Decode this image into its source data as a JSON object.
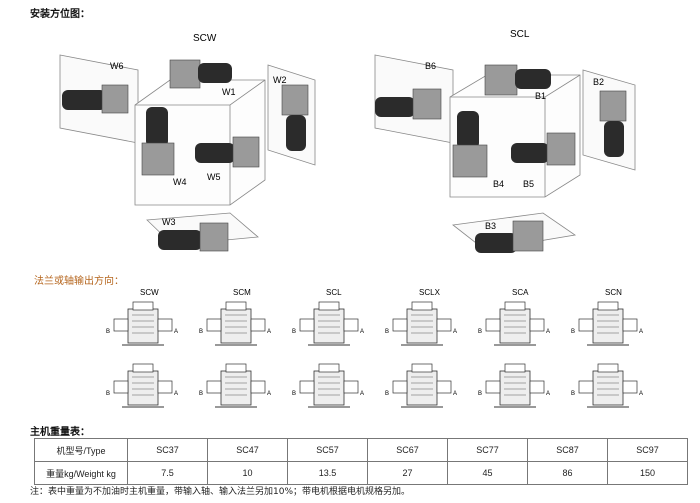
{
  "sections": {
    "mounting": "安装方位图：",
    "flange": "法兰或轴输出方向：",
    "weight": "主机重量表："
  },
  "mounting": {
    "scw_title": "SCW",
    "scl_title": "SCL",
    "scw_positions": [
      "W6",
      "W1",
      "W2",
      "W4",
      "W5",
      "W3"
    ],
    "scl_positions": [
      "B6",
      "B1",
      "B2",
      "B4",
      "B5",
      "B3"
    ]
  },
  "output": {
    "types": [
      "SCW",
      "SCM",
      "SCL",
      "SCLX",
      "SCA",
      "SCN"
    ],
    "side_a": "A",
    "side_b": "B"
  },
  "weight_table": {
    "model_header": "机型号/Type",
    "weight_header": "重量kg/Weight kg",
    "models": [
      "SC37",
      "SC47",
      "SC57",
      "SC67",
      "SC77",
      "SC87",
      "SC97"
    ],
    "weights": [
      "7.5",
      "10",
      "13.5",
      "27",
      "45",
      "86",
      "150"
    ]
  },
  "note": "注：表中重量为不加油时主机重量，带输入轴、输入法兰另加10%；带电机根据电机规格另加。"
}
